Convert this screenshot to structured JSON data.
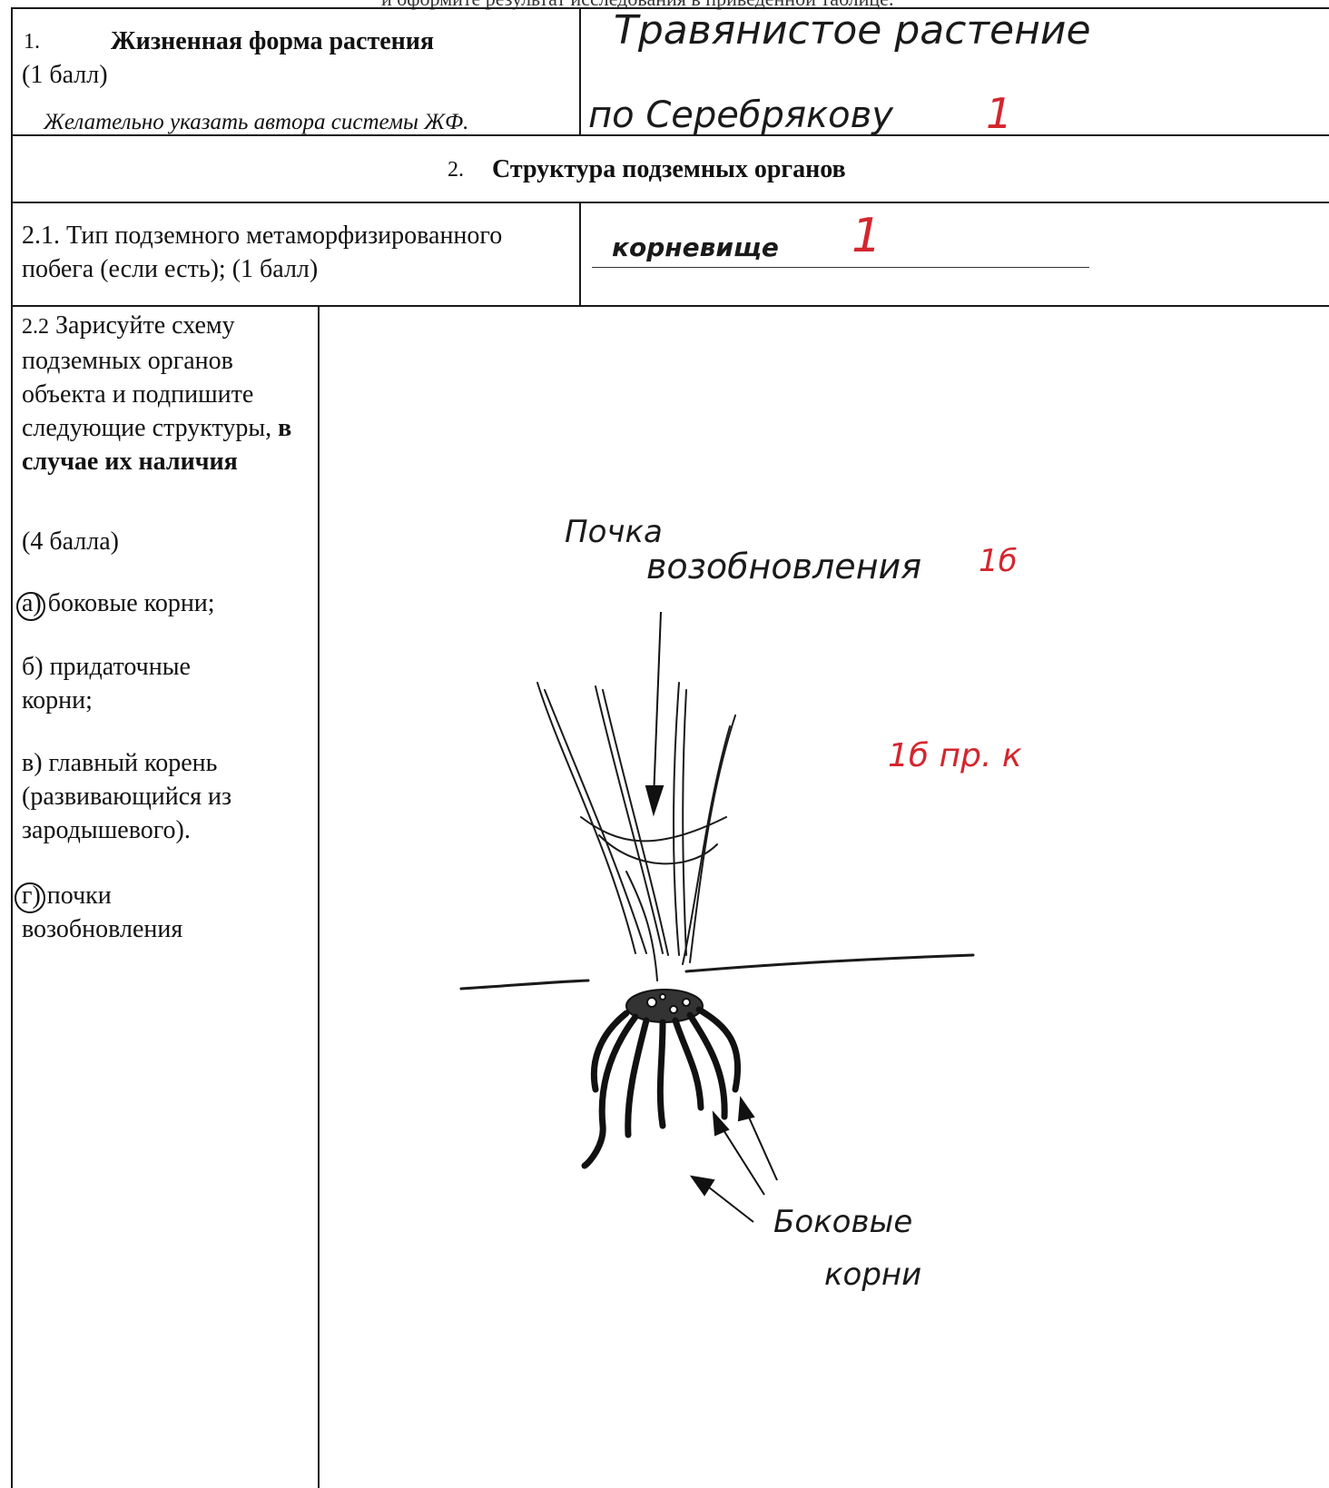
{
  "header": {
    "cut_text": "и оформите результат исследования в приведенной таблице."
  },
  "section1": {
    "number": "1.",
    "title": "Жизненная форма растения",
    "points": "(1 балл)",
    "hint": "Желательно указать автора системы ЖФ.",
    "answer_line1": "Травянистое растение",
    "answer_line2": "по Серебрякову",
    "grade": "1"
  },
  "section2": {
    "number": "2.",
    "title": "Структура подземных органов"
  },
  "section2_1": {
    "question": "2.1. Тип подземного метаморфизированного побега (если есть); (1 балл)",
    "answer": "корневище",
    "grade": "1"
  },
  "section2_2": {
    "number": "2.2",
    "question_part1": "Зарисуйте схему подземных органов объекта и подпишите следующие структуры,",
    "question_bold": "в случае их наличия",
    "points": "(4 балла)",
    "options": [
      "а) боковые корни;",
      "б) придаточные корни;",
      "в) главный корень (развивающийся из зародышевого).",
      "г) почки возобновления"
    ]
  },
  "drawing": {
    "label_bud_line1": "Почка",
    "label_bud_line2": "возобновления",
    "grade_bud": "1б",
    "grade_roots": "1б пр. к",
    "label_roots_line1": "Боковые",
    "label_roots_line2": "корни"
  }
}
